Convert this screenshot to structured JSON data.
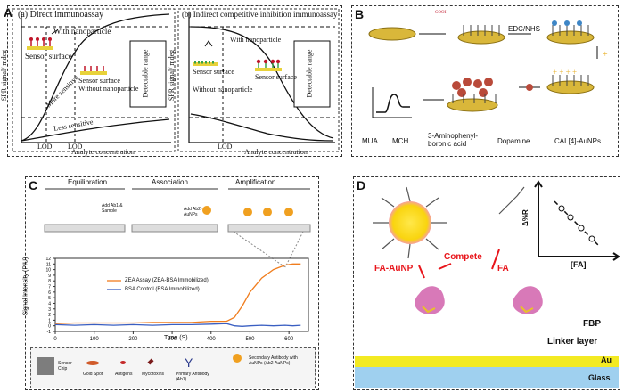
{
  "panelA": {
    "label": "A",
    "sub_a": {
      "title": "(a) Direct immunoassay",
      "with_np": "With nanoparticle",
      "sensor_surface": "Sensor surface",
      "sensor_without": "Sensor surface Without nanoparticle",
      "more_sensitive": "More sensitive",
      "less_sensitive": "Less sensitive",
      "lod": "LOD",
      "detectable_range": "Detectable range",
      "ylabel": "SPR signal/ mdeg",
      "xlabel": "Analyte concentration"
    },
    "sub_b": {
      "title": "(b) Indirect competitive inhibition immunoassay",
      "with_np": "With nanoparticle",
      "sensor_surface_left": "Sensor surface",
      "without_np": "Without nanoparticle",
      "sensor_surface_right": "Sensor surface",
      "lod": "LOD",
      "detectable_range": "Detectable range",
      "ylabel": "SPR signal/ mdeg",
      "xlabel": "Analyte concentration"
    }
  },
  "panelB": {
    "label": "B",
    "cooh": "COOH",
    "edc": "EDC/NHS",
    "legend": [
      "MUA",
      "MCH",
      "3-Aminophenyl-boronic acid",
      "Dopamine",
      "CAL[4]-AuNPs"
    ]
  },
  "panelC": {
    "label": "C",
    "stages": [
      "Equilibration",
      "Association",
      "Amplification"
    ],
    "step1": "Add Ab1 & Sample",
    "step2": "Add Ab2-AuNPs",
    "chart_data": {
      "type": "line",
      "xlabel": "Time (S)",
      "ylabel": "Signal Intensity (PIU)",
      "xlim": [
        0,
        650
      ],
      "ylim": [
        -1,
        12
      ],
      "xticks": [
        0,
        100,
        200,
        300,
        400,
        500,
        600
      ],
      "yticks": [
        -1,
        0,
        1,
        2,
        3,
        4,
        5,
        6,
        7,
        8,
        9,
        10,
        11,
        12
      ],
      "series": [
        {
          "name": "ZEA Assay    (ZEA-BSA Immobilized)",
          "color": "#f07d1e",
          "x": [
            0,
            50,
            100,
            150,
            200,
            250,
            300,
            350,
            400,
            440,
            460,
            480,
            500,
            530,
            560,
            590,
            610,
            630
          ],
          "y": [
            0.4,
            0.5,
            0.5,
            0.5,
            0.5,
            0.6,
            0.6,
            0.6,
            0.8,
            0.8,
            1.5,
            3.5,
            6.0,
            8.5,
            10.0,
            10.8,
            11.0,
            11.0
          ]
        },
        {
          "name": "BSA Control   (BSA Immobilized)",
          "color": "#3a5fc2",
          "x": [
            0,
            50,
            100,
            150,
            200,
            250,
            300,
            350,
            400,
            440,
            460,
            480,
            500,
            530,
            560,
            590,
            610,
            630
          ],
          "y": [
            0.2,
            0.1,
            0.2,
            0.1,
            0.2,
            0.1,
            0.2,
            0.2,
            0.3,
            0.4,
            0.0,
            -0.1,
            0.0,
            0.1,
            0.0,
            0.1,
            0.0,
            0.1
          ]
        }
      ]
    },
    "legend_items": [
      "Sensor Chip",
      "Gold Spot",
      "Antigens",
      "Mycotoxins",
      "Primary Antibody (Ab1)",
      "Secondary Antibody with AuNPs (Ab2-AuNPs)"
    ]
  },
  "panelD": {
    "label": "D",
    "compete": "Compete",
    "fa_aunp": "FA-AuNP",
    "fa": "FA",
    "y_axis": "Δ%R",
    "x_axis": "[FA]",
    "fbp": "FBP",
    "linker": "Linker layer",
    "au": "Au",
    "glass": "Glass"
  }
}
